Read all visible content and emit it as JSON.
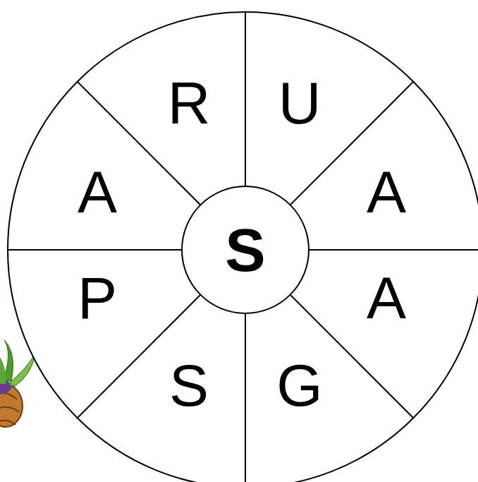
{
  "diagram": {
    "nodes": [
      {
        "text": [
          "S"
        ]
      },
      {
        "text": [
          "R"
        ]
      },
      {
        "text": [
          "U"
        ]
      },
      {
        "text": [
          "A"
        ]
      },
      {
        "text": [
          "A"
        ]
      },
      {
        "text": [
          "G"
        ]
      },
      {
        "text": [
          "S"
        ]
      },
      {
        "text": [
          "P"
        ]
      },
      {
        "text": [
          "A"
        ]
      }
    ]
  }
}
